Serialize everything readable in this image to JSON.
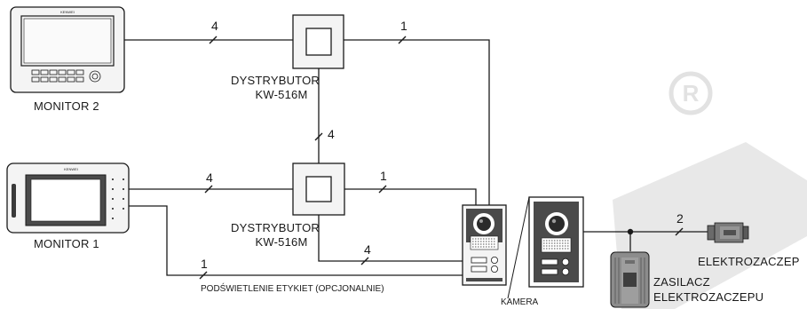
{
  "devices": {
    "monitor_2": {
      "label": "MONITOR 2",
      "brand": "KENWEI"
    },
    "monitor_1": {
      "label": "MONITOR 1",
      "brand": "KENWEI"
    },
    "distributor_top": {
      "line1": "DYSTRYBUTOR",
      "line2": "KW-516M"
    },
    "distributor_bottom": {
      "line1": "DYSTRYBUTOR",
      "line2": "KW-516M"
    },
    "camera": {
      "label": "KAMERA"
    },
    "power_supply": {
      "line1": "ZASILACZ",
      "line2": "ELEKTROZACZEPU"
    },
    "door_strike": {
      "label": "ELEKTROZACZEP"
    }
  },
  "wire_counts": {
    "monitor2_to_dist_top": "4",
    "dist_top_to_camera": "1",
    "dist_top_to_dist_bottom": "4",
    "monitor1_to_dist_bottom": "4",
    "dist_bottom_to_camera": "1",
    "dist_bottom_lower_to_camera": "4",
    "backlight_line": "1",
    "camera_to_strike": "2"
  },
  "notes": {
    "backlight": "PODŚWIETLENIE ETYKIET (OPCJONALNIE)"
  },
  "colors": {
    "line": "#1a1a1a",
    "watermark": "#d9d9d9",
    "device_fill": "#f4f4f4",
    "device_dark": "#4a4a4a"
  },
  "icons": {
    "watermark": "registered-trademark-icon"
  }
}
